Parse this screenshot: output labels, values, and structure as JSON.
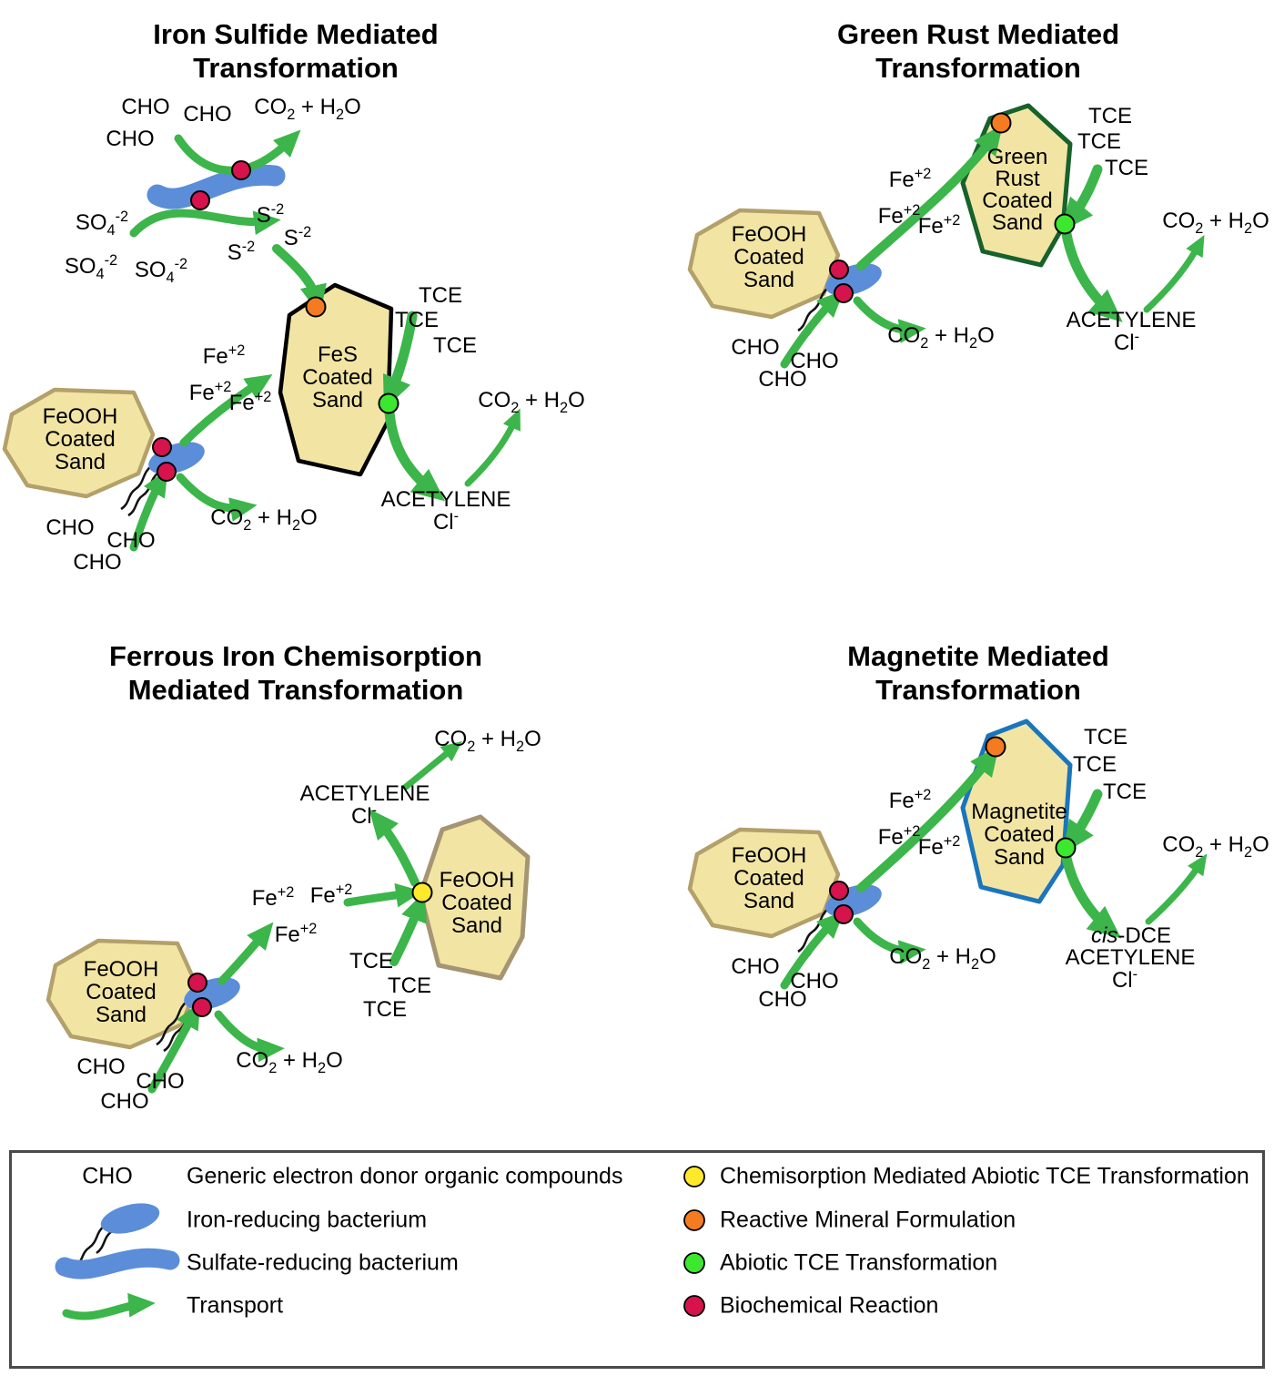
{
  "colors": {
    "arrow_green": "#3CB54A",
    "bacterium_blue": "#5B8DD9",
    "sand_fill": "#F2E5A4",
    "feooh_border": "#B3A06A",
    "fes_border": "#000000",
    "green_rust_border": "#17622B",
    "magnetite_border": "#1B75BC",
    "dot_yellow": "#FFE92B",
    "dot_orange": "#F47B20",
    "dot_green": "#3BE82E",
    "dot_crimson": "#D6134C"
  },
  "panels": {
    "iron_sulfide": {
      "title": [
        "Iron Sulfide Mediated",
        "Transformation"
      ],
      "cho_top": [
        "CHO",
        "CHO",
        "CHO"
      ],
      "co2_top": "CO~2~ + H~2~O",
      "so4": [
        "SO~4~^-2^",
        "SO~4~^-2^",
        "SO~4~^-2^"
      ],
      "s2": [
        "S^-2^",
        "S^-2^",
        "S^-2^"
      ],
      "mineral_sand": [
        "FeS",
        "Coated",
        "Sand"
      ],
      "tce": [
        "TCE",
        "TCE",
        "TCE"
      ],
      "co2_right": "CO~2~ + H~2~O",
      "acetylene": "ACETYLENE",
      "cl": "Cl^-^",
      "source_sand": [
        "FeOOH",
        "Coated",
        "Sand"
      ],
      "fe2": [
        "Fe^+2^",
        "Fe^+2^",
        "Fe^+2^"
      ],
      "co2_bottom": "CO~2~ + H~2~O",
      "cho_bottom": [
        "CHO",
        "CHO",
        "CHO"
      ]
    },
    "green_rust": {
      "title": [
        "Green Rust Mediated",
        "Transformation"
      ],
      "mineral_sand": [
        "Green",
        "Rust",
        "Coated",
        "Sand"
      ],
      "tce": [
        "TCE",
        "TCE",
        "TCE"
      ],
      "co2_right": "CO~2~ + H~2~O",
      "acetylene": "ACETYLENE",
      "cl": "Cl^-^",
      "source_sand": [
        "FeOOH",
        "Coated",
        "Sand"
      ],
      "fe2": [
        "Fe^+2^",
        "Fe^+2^",
        "Fe^+2^"
      ],
      "co2_bottom": "CO~2~ + H~2~O",
      "cho_bottom": [
        "CHO",
        "CHO",
        "CHO"
      ]
    },
    "ferrous_iron": {
      "title": [
        "Ferrous Iron Chemisorption",
        "Mediated Transformation"
      ],
      "co2_top": "CO~2~ + H~2~O",
      "acetylene": "ACETYLENE",
      "cl": "Cl^-^",
      "mineral_sand": [
        "FeOOH",
        "Coated",
        "Sand"
      ],
      "fe2": [
        "Fe^+2^",
        "Fe^+2^",
        "Fe^+2^"
      ],
      "tce": [
        "TCE",
        "TCE",
        "TCE"
      ],
      "source_sand": [
        "FeOOH",
        "Coated",
        "Sand"
      ],
      "co2_bottom": "CO~2~ + H~2~O",
      "cho_bottom": [
        "CHO",
        "CHO",
        "CHO"
      ]
    },
    "magnetite": {
      "title": [
        "Magnetite Mediated",
        "Transformation"
      ],
      "mineral_sand": [
        "Magnetite",
        "Coated",
        "Sand"
      ],
      "tce": [
        "TCE",
        "TCE",
        "TCE"
      ],
      "co2_right": "CO~2~ + H~2~O",
      "cis_dce": "*cis*-DCE",
      "acetylene": "ACETYLENE",
      "cl": "Cl^-^",
      "source_sand": [
        "FeOOH",
        "Coated",
        "Sand"
      ],
      "fe2": [
        "Fe^+2^",
        "Fe^+2^",
        "Fe^+2^"
      ],
      "co2_bottom": "CO~2~ + H~2~O",
      "cho_bottom": [
        "CHO",
        "CHO",
        "CHO"
      ]
    }
  },
  "legend": {
    "cho_symbol": "CHO",
    "left_items": [
      "Generic electron donor organic compounds",
      "Iron-reducing bacterium",
      "Sulfate-reducing bacterium",
      "Transport"
    ],
    "right_items": [
      {
        "color": "#FFE92B",
        "label": "Chemisorption Mediated Abiotic TCE Transformation"
      },
      {
        "color": "#F47B20",
        "label": "Reactive Mineral Formulation"
      },
      {
        "color": "#3BE82E",
        "label": "Abiotic TCE Transformation"
      },
      {
        "color": "#D6134C",
        "label": "Biochemical Reaction"
      }
    ]
  }
}
